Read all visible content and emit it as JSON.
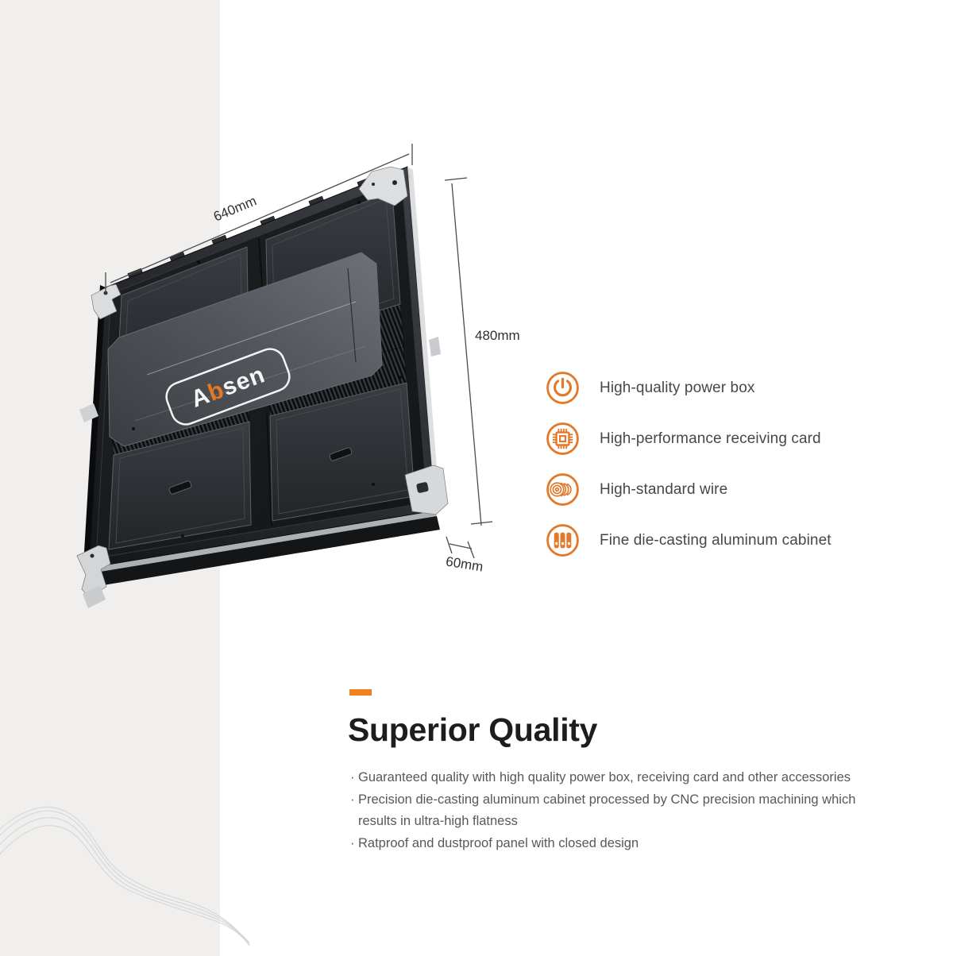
{
  "page": {
    "band_color": "#f0efee",
    "background": "#ffffff"
  },
  "accent": {
    "orange": "#E2792B",
    "dash": "#F08121",
    "logo_b": "#E87722"
  },
  "product": {
    "logo": {
      "pre": "A",
      "accent": "b",
      "rest": "sen"
    },
    "dimensions": {
      "width_label": "640mm",
      "height_label": "480mm",
      "depth_label": "60mm"
    }
  },
  "features": {
    "items": [
      {
        "icon": "power-icon",
        "label": "High-quality power box"
      },
      {
        "icon": "chip-icon",
        "label": "High-performance receiving card"
      },
      {
        "icon": "wire-icon",
        "label": "High-standard wire"
      },
      {
        "icon": "cabinet-icon",
        "label": "Fine die-casting aluminum cabinet"
      }
    ]
  },
  "quality": {
    "title": "Superior Quality",
    "bullet_marker": "·",
    "bullets": [
      "Guaranteed quality with high quality power box, receiving card and other accessories",
      "Precision die-casting aluminum cabinet processed by CNC precision machining which results in ultra-high flatness",
      "Ratproof and dustproof panel with closed design"
    ]
  }
}
